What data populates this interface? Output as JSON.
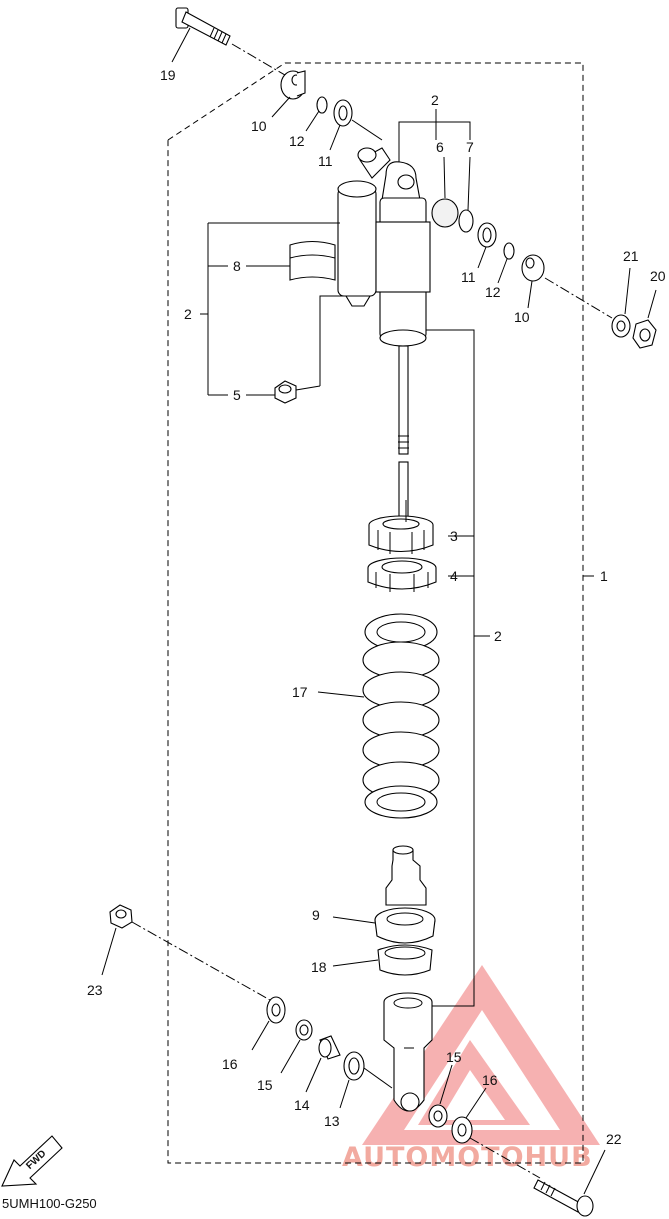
{
  "diagram_code": "5UMH100-G250",
  "fwd_label": "FWD",
  "watermark": {
    "brand": "AUTOMOTOHUB",
    "colors": {
      "triangle": "#f5a3a3",
      "auto": "#f7c49a",
      "moto": "#f2aaa0",
      "hub": "#9a9a9a"
    }
  },
  "labels": {
    "p1": "1",
    "p2_top": "2",
    "p2_left": "2",
    "p2_right": "2",
    "p3": "3",
    "p4": "4",
    "p5": "5",
    "p6": "6",
    "p7": "7",
    "p8": "8",
    "p9": "9",
    "p10_top": "10",
    "p10_right": "10",
    "p11_top": "11",
    "p11_right": "11",
    "p12_top": "12",
    "p12_right": "12",
    "p13": "13",
    "p14": "14",
    "p15_left": "15",
    "p15_right": "15",
    "p16_left": "16",
    "p16_right": "16",
    "p17": "17",
    "p18": "18",
    "p19": "19",
    "p20": "20",
    "p21": "21",
    "p22": "22",
    "p23": "23"
  }
}
